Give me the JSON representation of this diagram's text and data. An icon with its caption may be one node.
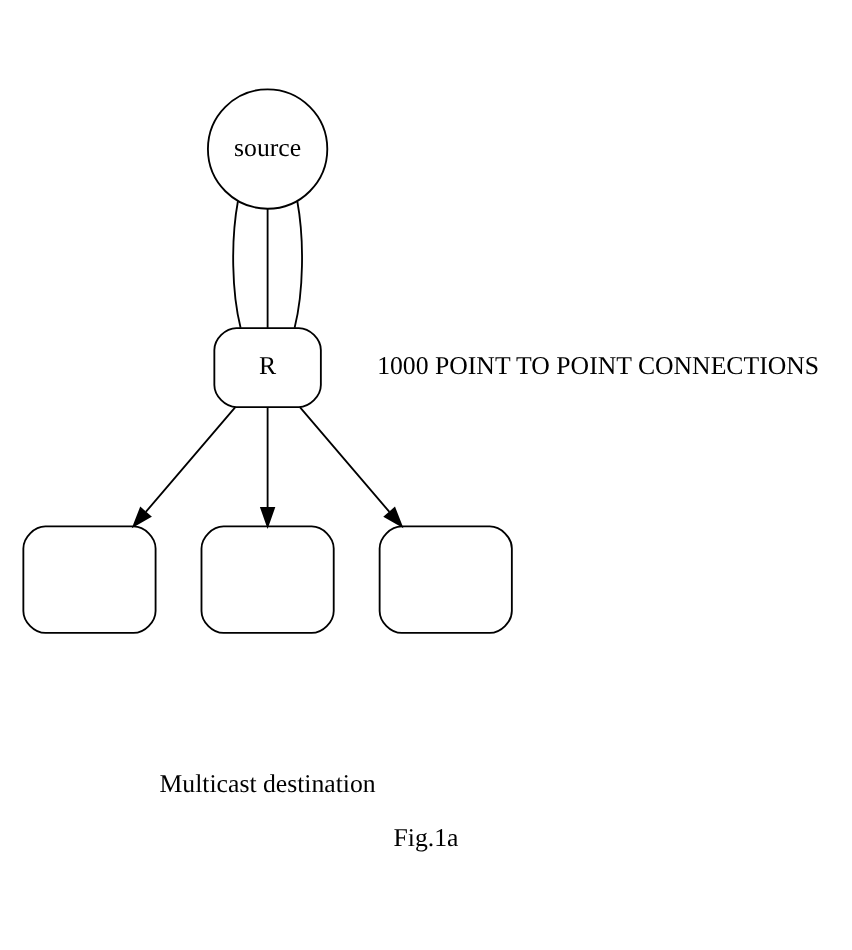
{
  "diagram": {
    "caption": "Fig.1a",
    "nodes": [
      {
        "text": [
          "source"
        ]
      },
      {
        "text": [
          "R"
        ]
      },
      {
        "text": [],
        "shape": "box"
      },
      {
        "text": [],
        "shape": "box"
      },
      {
        "text": [],
        "shape": "box"
      }
    ],
    "edges": [
      {
        "from": 0,
        "to": 1,
        "arrow": "none"
      },
      {
        "from": 0,
        "to": 1,
        "arrow": "none"
      },
      {
        "from": 0,
        "to": 1,
        "arrow": "none"
      },
      {
        "from": 1,
        "to": 2,
        "arrow": "to"
      },
      {
        "from": 1,
        "to": 3,
        "arrow": "to"
      },
      {
        "from": 1,
        "to": 4,
        "arrow": "to"
      }
    ],
    "labels": [
      "1000 POINT TO POINT CONNECTIONS",
      "Multicast destination"
    ]
  }
}
